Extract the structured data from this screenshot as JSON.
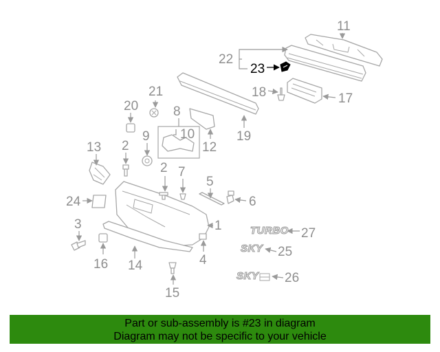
{
  "diagram": {
    "labels": {
      "l1": "1",
      "l2a": "2",
      "l2b": "2",
      "l3": "3",
      "l4": "4",
      "l5": "5",
      "l6": "6",
      "l7": "7",
      "l8": "8",
      "l9": "9",
      "l10": "10",
      "l11": "11",
      "l12": "12",
      "l13": "13",
      "l14": "14",
      "l15": "15",
      "l16": "16",
      "l17": "17",
      "l18": "18",
      "l19": "19",
      "l20": "20",
      "l21": "21",
      "l22": "22",
      "l23": "23",
      "l24": "24",
      "l25": "25",
      "l26": "26",
      "l27": "27"
    },
    "badges": {
      "turbo": "TURBO",
      "sky": "SKY",
      "sky_e": "SKY"
    },
    "highlight_color": "#000000",
    "part_color": "#a6a6a6"
  },
  "footer": {
    "line1": "Part or sub-assembly is #23 in diagram",
    "line2": "Diagram may not be specific to your vehicle",
    "background": "#2d8a0e"
  }
}
